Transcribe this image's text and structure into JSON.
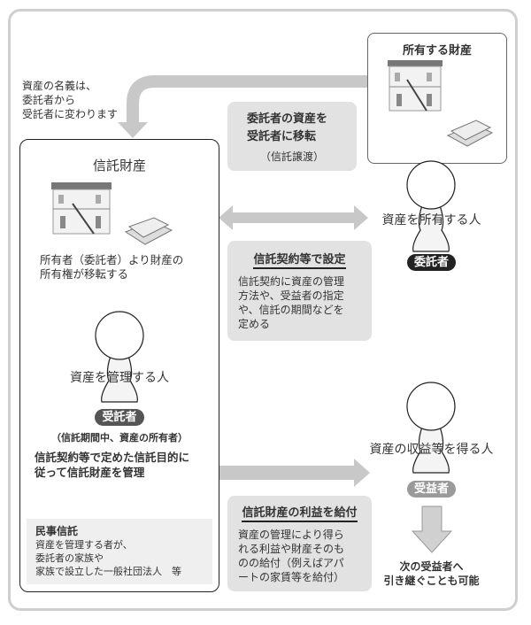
{
  "note_name_change": [
    "資産の名義は、",
    "委託者から",
    "受託者に変わります"
  ],
  "property_box": {
    "title": "所有する財産"
  },
  "trust_property": {
    "title": "信託財産",
    "desc": [
      "所有者（委託者）より財産の",
      "所有権が移転する"
    ],
    "trustee_label": "資産を管理する人",
    "trustee_badge": "受託者",
    "trustee_sub": "（信託期間中、資産の所有者）",
    "trustee_duty": [
      "信託契約等で定めた信託目的に",
      "従って信託財産を管理"
    ],
    "civil_trust": {
      "title": "民事信託",
      "lines": [
        "資産を管理する者が、",
        "委託者の家族や",
        "家族で設立した一般社団法人　等"
      ]
    }
  },
  "transfer_box": {
    "lines": [
      "委託者の資産を",
      "受託者に移転"
    ],
    "sub": "（信託譲渡）"
  },
  "contract_box": {
    "title": "信託契約等で設定",
    "lines": [
      "信託契約に資産の管理",
      "方法や、受益者の指定",
      "や、信託の期間などを",
      "定める"
    ]
  },
  "benefit_box": {
    "title": "信託財産の利益を給付",
    "lines": [
      "資産の管理により得ら",
      "れる利益や財産そのも",
      "のの給付（例えばアパ",
      "ートの家賃等を給付）"
    ]
  },
  "settlor": {
    "label": "資産を所有する人",
    "badge": "委託者"
  },
  "beneficiary": {
    "label": "資産の収益等を得る人",
    "badge": "受益者",
    "next": [
      "次の受益者へ",
      "引き継ぐことも可能"
    ]
  },
  "colors": {
    "arrow": "#c8c8c8",
    "box": "#e2e2e2",
    "settlor_badge": "#222222",
    "trustee_badge": "#555555",
    "beneficiary_badge": "#9a9a9a"
  }
}
